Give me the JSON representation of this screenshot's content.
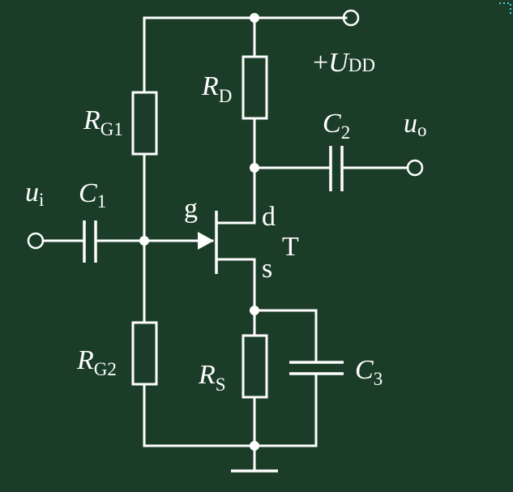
{
  "colors": {
    "background": "#1b3d28",
    "foreground": "#ffffff"
  },
  "labels": {
    "supply": {
      "sign": "+",
      "symbol": "U",
      "sub": "DD"
    },
    "rd": {
      "symbol": "R",
      "sub": "D"
    },
    "rg1": {
      "symbol": "R",
      "sub": "G1"
    },
    "rg2": {
      "symbol": "R",
      "sub": "G2"
    },
    "rs": {
      "symbol": "R",
      "sub": "S"
    },
    "c1": {
      "symbol": "C",
      "sub": "1"
    },
    "c2": {
      "symbol": "C",
      "sub": "2"
    },
    "c3": {
      "symbol": "C",
      "sub": "3"
    },
    "ui": {
      "symbol": "u",
      "sub": "i"
    },
    "uo": {
      "symbol": "u",
      "sub": "o"
    },
    "gate": "g",
    "drain": "d",
    "source": "s",
    "transistor": "T"
  }
}
